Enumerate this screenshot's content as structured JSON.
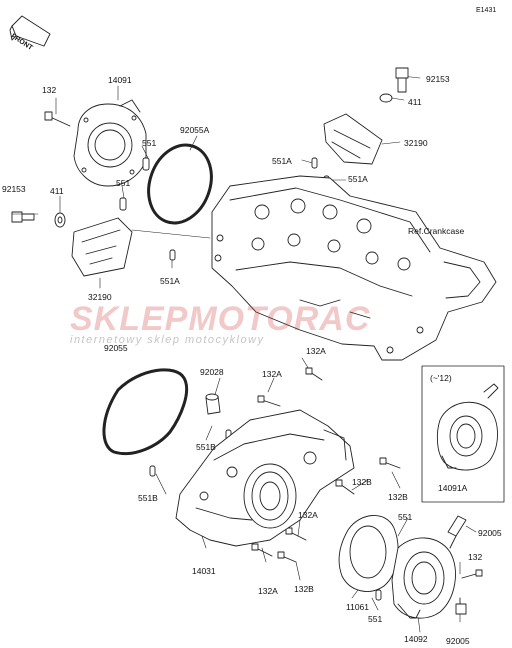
{
  "diagram_code": "E1431",
  "front_label": "FRONT",
  "ref_note": "Ref.Crankcase",
  "inset_note": "(~'12)",
  "watermark": {
    "brand_a": "SKLEP",
    "brand_b": "MOTO",
    "brand_c": "RAC",
    "tagline": "internetowy sklep motocyklowy"
  },
  "parts": [
    {
      "id": "p132_tl",
      "text": "132"
    },
    {
      "id": "p14091",
      "text": "14091"
    },
    {
      "id": "p551_a",
      "text": "551"
    },
    {
      "id": "p92055A",
      "text": "92055A"
    },
    {
      "id": "p551_b",
      "text": "551"
    },
    {
      "id": "p92153_l",
      "text": "92153"
    },
    {
      "id": "p411_l",
      "text": "411"
    },
    {
      "id": "p32190_l",
      "text": "32190"
    },
    {
      "id": "p551A_l",
      "text": "551A"
    },
    {
      "id": "p92153_r",
      "text": "92153"
    },
    {
      "id": "p411_r",
      "text": "411"
    },
    {
      "id": "p32190_r",
      "text": "32190"
    },
    {
      "id": "p551A_r1",
      "text": "551A"
    },
    {
      "id": "p551A_r2",
      "text": "551A"
    },
    {
      "id": "p92055",
      "text": "92055"
    },
    {
      "id": "p132A_t",
      "text": "132A"
    },
    {
      "id": "p92028",
      "text": "92028"
    },
    {
      "id": "p132A_m",
      "text": "132A"
    },
    {
      "id": "p551B_a",
      "text": "551B"
    },
    {
      "id": "p551B_b",
      "text": "551B"
    },
    {
      "id": "p132B_a",
      "text": "132B"
    },
    {
      "id": "p132B_b",
      "text": "132B"
    },
    {
      "id": "p132A_b1",
      "text": "132A"
    },
    {
      "id": "p14031",
      "text": "14031"
    },
    {
      "id": "p132A_b2",
      "text": "132A"
    },
    {
      "id": "p132B_c",
      "text": "132B"
    },
    {
      "id": "p551_c",
      "text": "551"
    },
    {
      "id": "p92005_a",
      "text": "92005"
    },
    {
      "id": "p132_r",
      "text": "132"
    },
    {
      "id": "p11061",
      "text": "11061"
    },
    {
      "id": "p551_d",
      "text": "551"
    },
    {
      "id": "p14092",
      "text": "14092"
    },
    {
      "id": "p92005_b",
      "text": "92005"
    },
    {
      "id": "p14091A",
      "text": "14091A"
    }
  ]
}
